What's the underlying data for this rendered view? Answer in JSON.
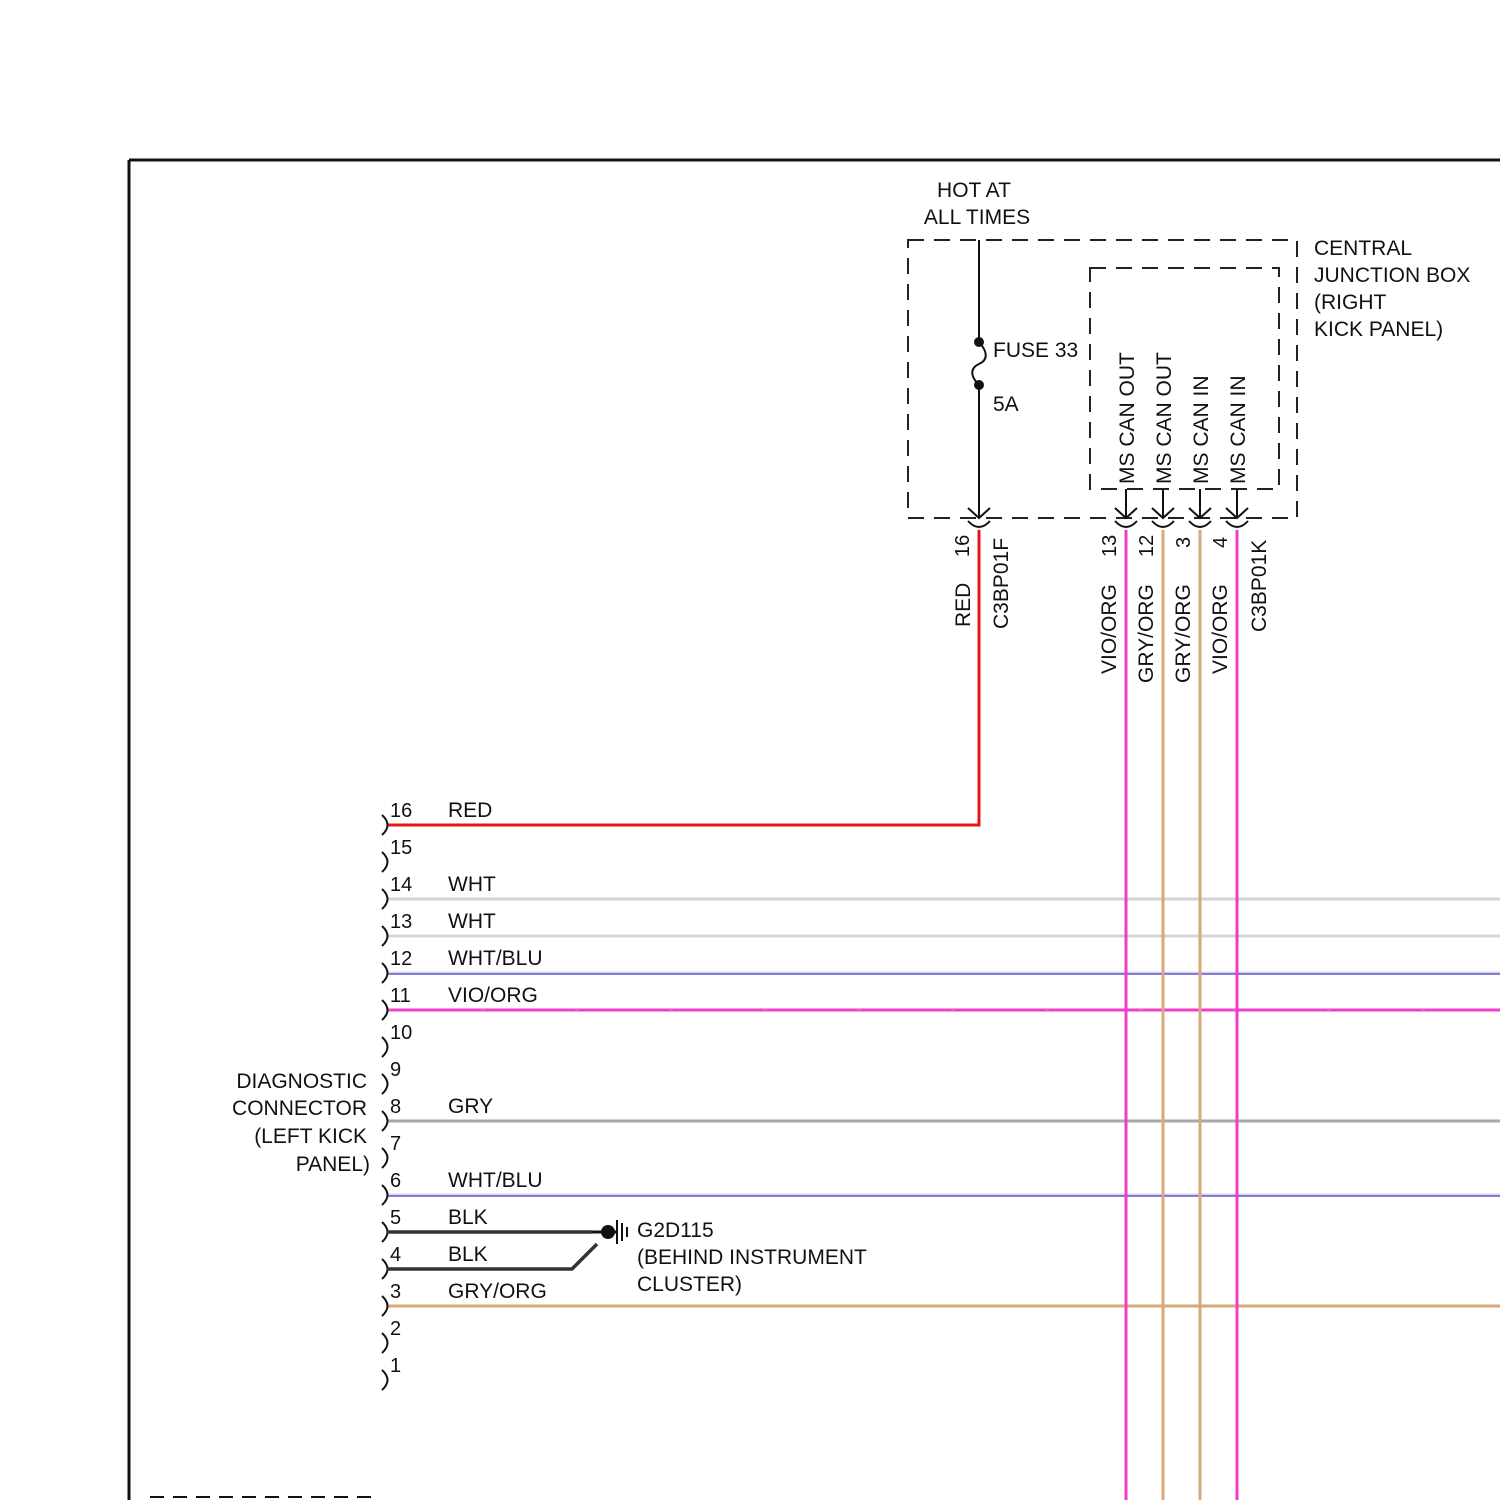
{
  "colors": {
    "red": "#e8141c",
    "wht": "#d4d4d4",
    "blu": "#3a3ad8",
    "vio": "#f03cc8",
    "gry": "#a8a8a8",
    "org": "#d8a878",
    "blk": "#333333"
  },
  "power": {
    "hot_line1": "HOT AT",
    "hot_line2": "ALL TIMES",
    "fuse_name": "FUSE 33",
    "fuse_rating": "5A"
  },
  "junction_box": {
    "line1": "CENTRAL",
    "line2": "JUNCTION BOX",
    "line3": "(RIGHT",
    "line4": "KICK PANEL)"
  },
  "connector_f": {
    "name": "C3BP01F",
    "pin": "16",
    "wire_color": "RED"
  },
  "connector_k": {
    "name": "C3BP01K",
    "pins": [
      {
        "pin": "13",
        "label": "MS CAN OUT",
        "wire": "VIO/ORG"
      },
      {
        "pin": "12",
        "label": "MS CAN OUT",
        "wire": "GRY/ORG"
      },
      {
        "pin": "3",
        "label": "MS CAN IN",
        "wire": "GRY/ORG"
      },
      {
        "pin": "4",
        "label": "MS CAN IN",
        "wire": "VIO/ORG"
      }
    ]
  },
  "diagnostic_connector": {
    "line1": "DIAGNOSTIC",
    "line2": "CONNECTOR",
    "line3": "(LEFT KICK",
    "line4": "PANEL)",
    "pins": [
      {
        "pin": "16",
        "wire": "RED"
      },
      {
        "pin": "15",
        "wire": ""
      },
      {
        "pin": "14",
        "wire": "WHT"
      },
      {
        "pin": "13",
        "wire": "WHT"
      },
      {
        "pin": "12",
        "wire": "WHT/BLU"
      },
      {
        "pin": "11",
        "wire": "VIO/ORG"
      },
      {
        "pin": "10",
        "wire": ""
      },
      {
        "pin": "9",
        "wire": ""
      },
      {
        "pin": "8",
        "wire": "GRY"
      },
      {
        "pin": "7",
        "wire": ""
      },
      {
        "pin": "6",
        "wire": "WHT/BLU"
      },
      {
        "pin": "5",
        "wire": "BLK"
      },
      {
        "pin": "4",
        "wire": "BLK"
      },
      {
        "pin": "3",
        "wire": "GRY/ORG"
      },
      {
        "pin": "2",
        "wire": ""
      },
      {
        "pin": "1",
        "wire": ""
      }
    ]
  },
  "ground": {
    "name": "G2D115",
    "line2": "(BEHIND INSTRUMENT",
    "line3": "CLUSTER)"
  }
}
